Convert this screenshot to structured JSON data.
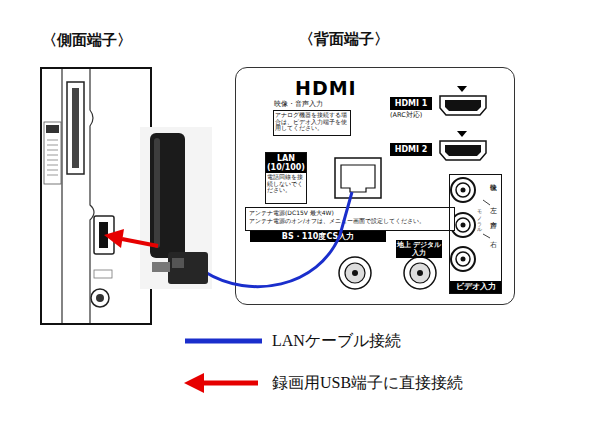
{
  "diagram": {
    "nodes": [
      {
        "text": [
          "〈側面端子〉"
        ]
      },
      {
        "text": [
          "〈背面端子〉"
        ]
      },
      {
        "text": [
          "映像・音声入力",
          "アナログ機器を接続する場合は、ビデオ入力端子を使用してください。"
        ],
        "in": 1
      },
      {
        "text": [
          "HDMI 1",
          "(ARC対応)"
        ],
        "in": 1
      },
      {
        "text": [
          "HDMI 2"
        ],
        "in": 1
      },
      {
        "text": [
          "LAN (10/100)",
          "電話回線を接続しないでください。"
        ],
        "in": 1
      },
      {
        "text": [
          "アンテナ電源(DC15V 最大4W)",
          "アンテナ電源のオン/オフは、メニュー画面で設定してください。"
        ],
        "in": 1
      },
      {
        "text": [
          "BS・110度CS入力"
        ],
        "in": 1
      },
      {
        "text": [
          "地上 デジタル入力"
        ],
        "in": 1
      },
      {
        "text": [
          "ビデオ入力"
        ],
        "in": 1
      }
    ],
    "edges": [],
    "labels": [
      "HDMI",
      "映像",
      "左",
      "音声",
      "右",
      "モノラル"
    ],
    "legend": [
      {
        "text": "LANケーブル接続"
      },
      {
        "text": "録画用USB端子に直接接続"
      }
    ]
  }
}
